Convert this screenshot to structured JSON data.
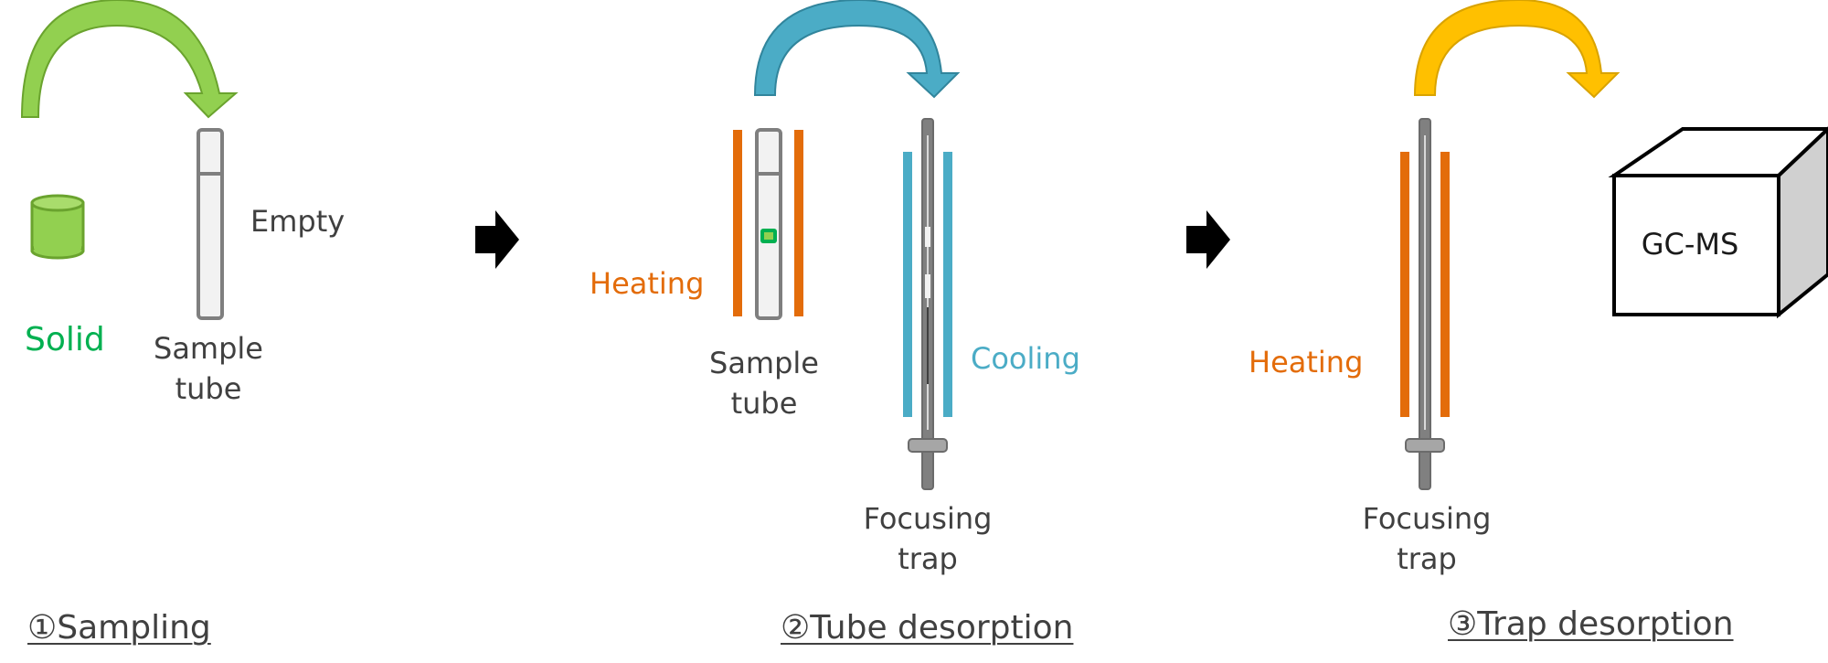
{
  "colors": {
    "green": "#92d050",
    "green_dark": "#6aa32e",
    "teal": "#4bacc6",
    "teal_dark": "#31859c",
    "gold": "#ffc000",
    "gold_dark": "#d9a300",
    "orange": "#e36c0a",
    "tube_gray": "#7f7f7f",
    "text_green": "#00b050"
  },
  "panel1": {
    "solid_label": "Solid",
    "empty_label": "Empty",
    "sample_tube_line1": "Sample",
    "sample_tube_line2": "tube",
    "step_title": "①Sampling"
  },
  "panel2": {
    "heating_label": "Heating",
    "sample_tube_line1": "Sample",
    "sample_tube_line2": "tube",
    "cooling_label": "Cooling",
    "trap_line1": "Focusing",
    "trap_line2": "trap",
    "step_title": "②Tube desorption"
  },
  "panel3": {
    "heating_label": "Heating",
    "trap_line1": "Focusing",
    "trap_line2": "trap",
    "gcms_label": "GC-MS",
    "step_title": "③Trap desorption"
  },
  "icons": [
    "curved-arrow-icon",
    "right-arrow-icon",
    "cylinder-icon",
    "cube-icon"
  ]
}
